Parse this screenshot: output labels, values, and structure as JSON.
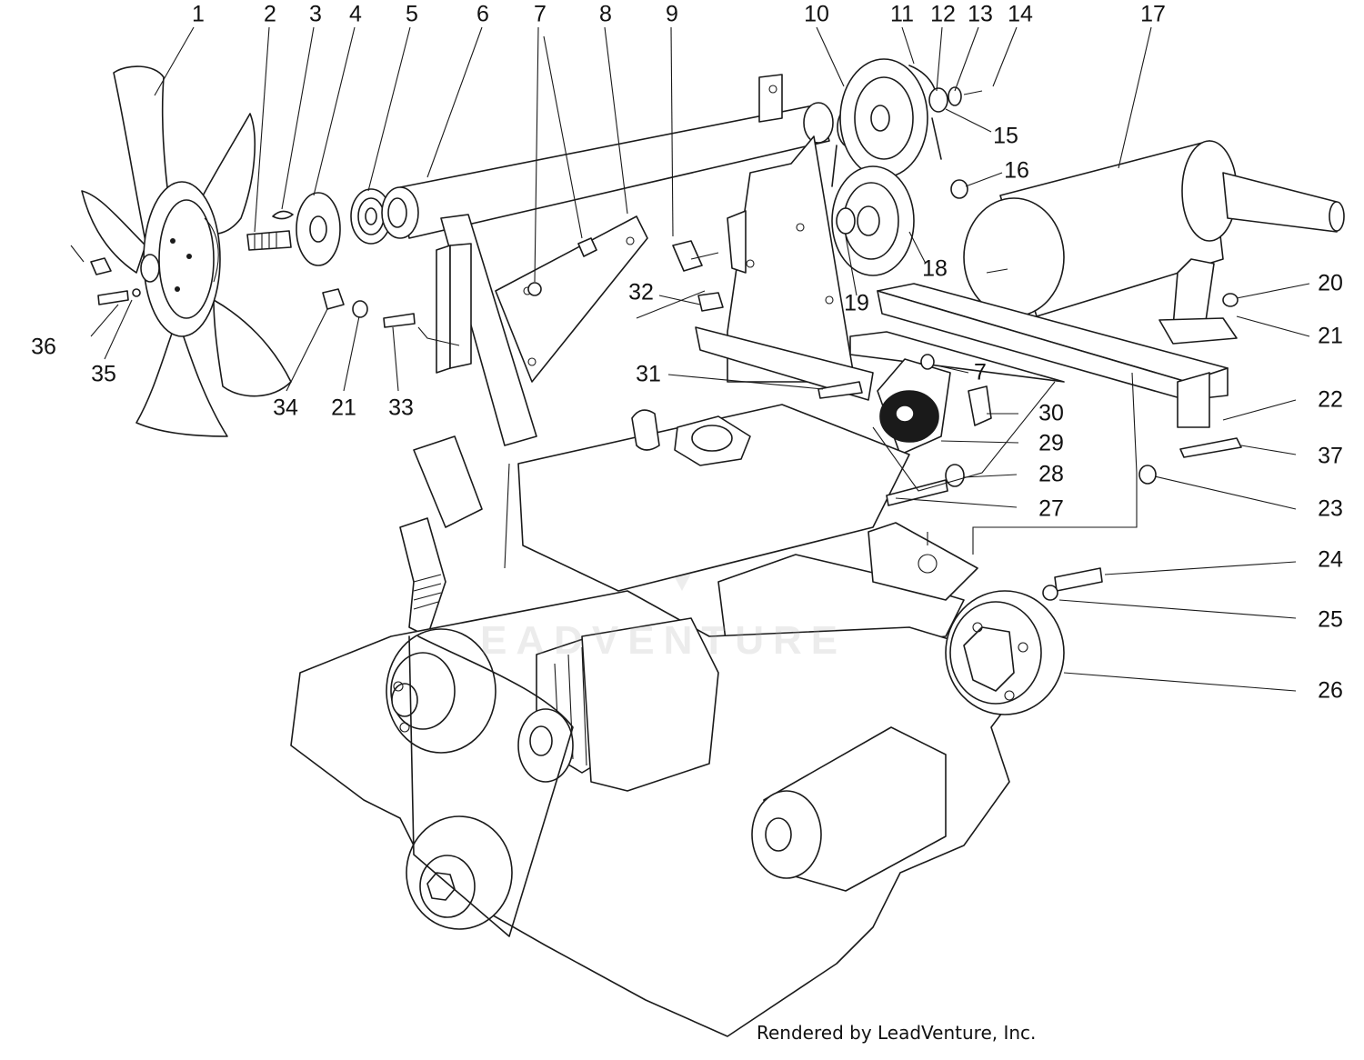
{
  "diagram": {
    "callouts": [
      "1",
      "2",
      "3",
      "4",
      "5",
      "6",
      "7",
      "8",
      "9",
      "10",
      "11",
      "12",
      "13",
      "14",
      "15",
      "16",
      "17",
      "18",
      "19",
      "20",
      "21",
      "22",
      "23",
      "24",
      "25",
      "26",
      "27",
      "28",
      "29",
      "30",
      "31",
      "32",
      "33",
      "34",
      "35",
      "36",
      "37"
    ],
    "repeat_callouts": {
      "seven_right": "7",
      "twentyone_left": "21"
    },
    "credit": "Rendered by LeadVenture, Inc.",
    "watermark": "EADVENTURE"
  },
  "colors": {
    "ink": "#1a1a1a",
    "background": "#ffffff",
    "watermark": "#aaaaaa"
  }
}
